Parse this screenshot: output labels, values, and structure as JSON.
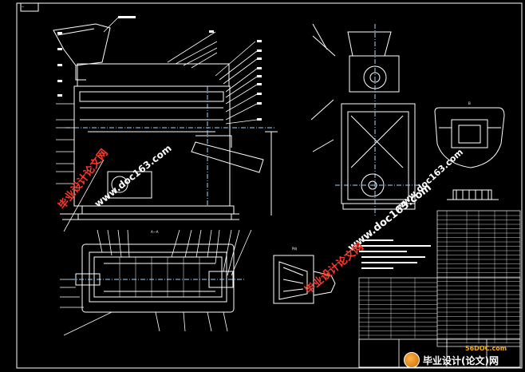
{
  "colors": {
    "background": "#000000",
    "lines": "#ffffff",
    "accent_line": "#9fd6ff",
    "watermark_red": "#ff3a2a",
    "watermark_white": "#ffffff",
    "brand_orange": "#ffb000"
  },
  "title_block": {
    "sheet_number": "—"
  },
  "views": {
    "front_view": {
      "label": ""
    },
    "side_view": {
      "label": ""
    },
    "section_view": {
      "label": "A—A"
    },
    "detail_view": {
      "label": "B"
    },
    "nozzle_view": {
      "label": "P向"
    }
  },
  "watermarks": {
    "upper_left_cn": "毕业设计论文网",
    "upper_left_url": "www.doc163.com",
    "upper_right_url": "www.doc163.com",
    "lower_center_cn": "毕业设计论文网",
    "lower_center_url": "www.doc163.com"
  },
  "brand": {
    "site": "56DOC.com",
    "name": "毕业设计(论文)网"
  },
  "icons": {
    "brand_logo": "circle-logo-icon"
  }
}
